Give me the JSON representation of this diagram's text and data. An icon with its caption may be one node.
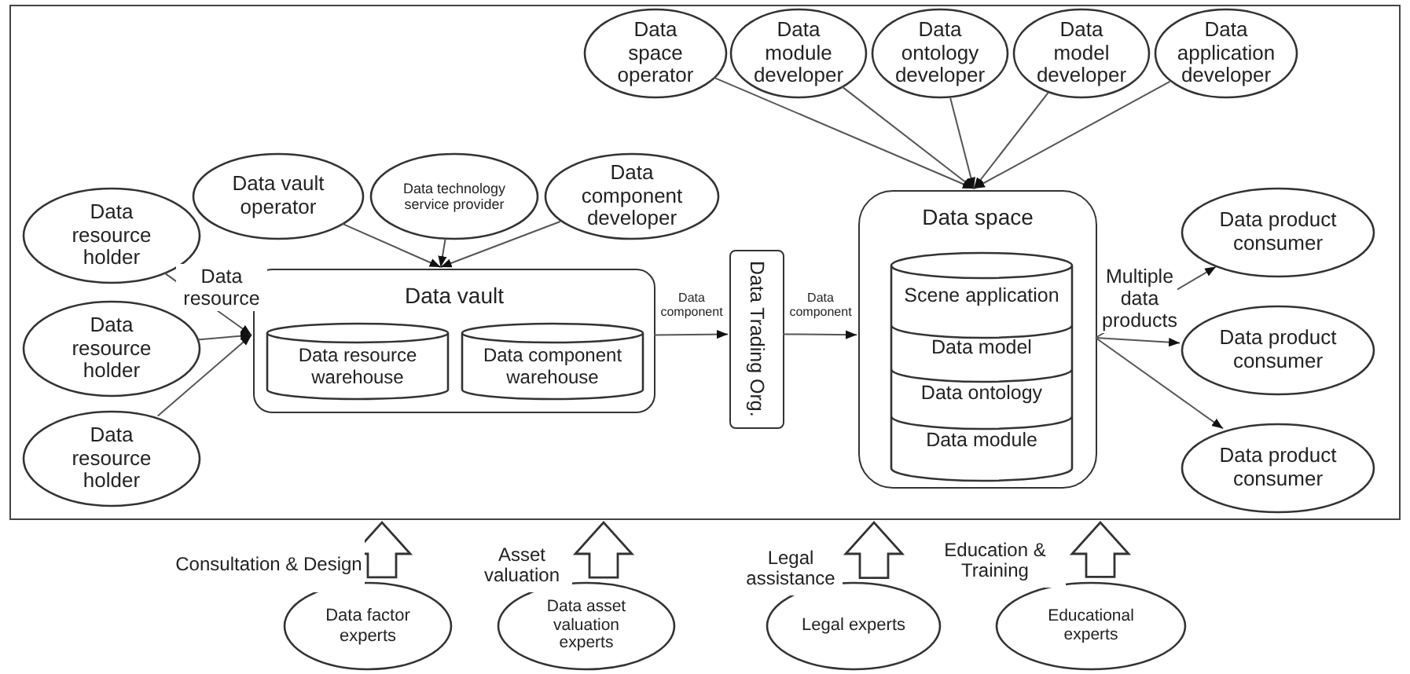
{
  "diagram": {
    "nodes": [
      {
        "text": [],
        "shape": "box"
      },
      {
        "text": [
          "Data space operator"
        ],
        "in": 0
      },
      {
        "text": [
          "Data module developer"
        ],
        "in": 0
      },
      {
        "text": [
          "Data ontology developer"
        ],
        "in": 0
      },
      {
        "text": [
          "Data model developer"
        ],
        "in": 0
      },
      {
        "text": [
          "Data application developer"
        ],
        "in": 0
      },
      {
        "text": [
          "Data vault operator"
        ],
        "in": 0
      },
      {
        "text": [
          "Data technology service provider"
        ],
        "in": 0
      },
      {
        "text": [
          "Data component developer"
        ],
        "in": 0
      },
      {
        "text": [
          "Data resource holder"
        ],
        "in": 0
      },
      {
        "text": [
          "Data resource holder"
        ],
        "in": 0
      },
      {
        "text": [
          "Data resource holder"
        ],
        "in": 0
      },
      {
        "text": [
          "Data vault"
        ],
        "in": 0
      },
      {
        "text": [
          "Data resource warehouse"
        ],
        "in": 12
      },
      {
        "text": [
          "Data component warehouse"
        ],
        "in": 12
      },
      {
        "text": [
          "Data Trading Org."
        ],
        "in": 0
      },
      {
        "text": [
          "Data space"
        ],
        "in": 0
      },
      {
        "text": [
          "Scene application"
        ],
        "in": 16
      },
      {
        "text": [
          "Data model"
        ],
        "in": 16
      },
      {
        "text": [
          "Data ontology"
        ],
        "in": 16
      },
      {
        "text": [
          "Data module"
        ],
        "in": 16
      },
      {
        "text": [
          "Data product consumer"
        ],
        "in": 0
      },
      {
        "text": [
          "Data product consumer"
        ],
        "in": 0
      },
      {
        "text": [
          "Data product consumer"
        ],
        "in": 0
      },
      {
        "text": [
          "Data factor experts"
        ]
      },
      {
        "text": [
          "Data asset valuation experts"
        ]
      },
      {
        "text": [
          "Legal experts"
        ]
      },
      {
        "text": [
          "Educational experts"
        ]
      }
    ],
    "edges": [
      {
        "from": 1,
        "to": 16,
        "arrow": "to"
      },
      {
        "from": 2,
        "to": 16,
        "arrow": "to"
      },
      {
        "from": 3,
        "to": 16,
        "arrow": "to"
      },
      {
        "from": 4,
        "to": 16,
        "arrow": "to"
      },
      {
        "from": 5,
        "to": 16,
        "arrow": "to"
      },
      {
        "from": 6,
        "to": 12,
        "arrow": "to"
      },
      {
        "from": 7,
        "to": 12,
        "arrow": "to"
      },
      {
        "from": 8,
        "to": 12,
        "arrow": "to"
      },
      {
        "from": 9,
        "to": 12,
        "arrow": "to"
      },
      {
        "from": 10,
        "to": 12,
        "arrow": "to",
        "label": "Data resource"
      },
      {
        "from": 11,
        "to": 12,
        "arrow": "to"
      },
      {
        "from": 12,
        "to": 15,
        "arrow": "to",
        "label": "Data component"
      },
      {
        "from": 15,
        "to": 16,
        "arrow": "to",
        "label": "Data component"
      },
      {
        "from": 16,
        "to": 21,
        "arrow": "to"
      },
      {
        "from": 16,
        "to": 22,
        "arrow": "to",
        "label": "Multiple data products"
      },
      {
        "from": 16,
        "to": 23,
        "arrow": "to"
      },
      {
        "from": 24,
        "to": 0,
        "arrow": "to",
        "style": "thick",
        "label": "Consultation & Design"
      },
      {
        "from": 25,
        "to": 0,
        "arrow": "to",
        "style": "thick",
        "label": "Asset valuation"
      },
      {
        "from": 26,
        "to": 0,
        "arrow": "to",
        "style": "thick",
        "label": "Legal assistance"
      },
      {
        "from": 27,
        "to": 0,
        "arrow": "to",
        "style": "thick",
        "label": "Education & Training"
      }
    ]
  }
}
